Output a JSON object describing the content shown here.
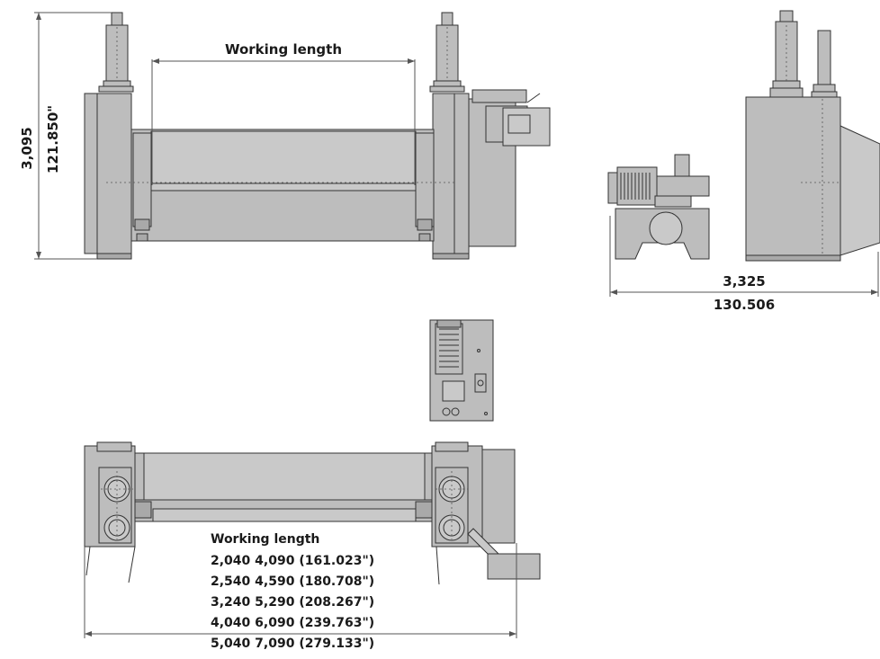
{
  "front_view": {
    "working_length_label": "Working length",
    "height_mm": "3,095",
    "height_in": "121.850\""
  },
  "side_view": {
    "width_mm": "3,325",
    "width_in": "130.506"
  },
  "top_view": {
    "working_length_title": "Working length",
    "length_table": [
      "2,040 4,090 (161.023\")",
      "2,540 4,590 (180.708\")",
      "3,240 5,290 (208.267\")",
      "4,040 6,090 (239.763\")",
      "5,040 7,090 (279.133\")"
    ]
  },
  "colors": {
    "machine_fill": "#bdbdbd",
    "outline": "#333333",
    "dimension_line": "#555555"
  }
}
